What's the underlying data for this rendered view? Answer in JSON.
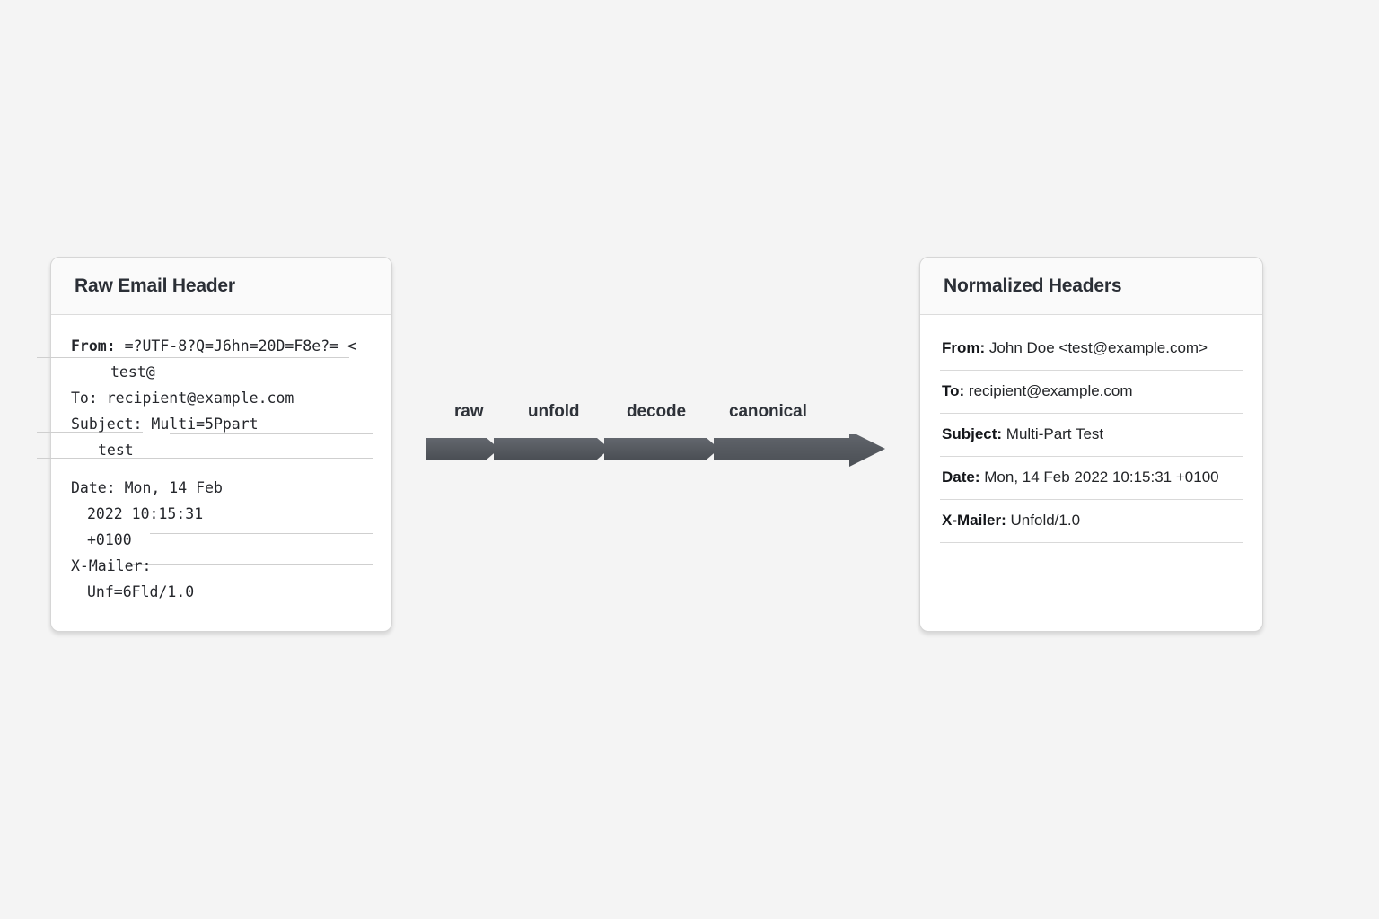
{
  "background_color": "#f4f4f4",
  "arrow_color": "#565a61",
  "cards": {
    "raw": {
      "title": "Raw Email Header",
      "lines": [
        {
          "key": "From:",
          "value": " =?UTF-8?Q=J6hn=20D=F8e?= <",
          "indent": 0,
          "bold_key": true
        },
        {
          "key": "",
          "value": "test@",
          "indent": 1,
          "bold_key": false
        },
        {
          "key": "",
          "value": "To: recipient@example.com",
          "indent": 0,
          "bold_key": false
        },
        {
          "key": "",
          "value": "Subject: Multi=5Ppart",
          "indent": 0,
          "bold_key": false
        },
        {
          "key": "",
          "value": "test",
          "indent": 3,
          "bold_key": false
        },
        {
          "key": "",
          "value": "Date: Mon, 14 Feb",
          "indent": 0,
          "bold_key": false
        },
        {
          "key": "",
          "value": "2022 10:15:31",
          "indent": 2,
          "bold_key": false
        },
        {
          "key": "",
          "value": "+0100",
          "indent": 2,
          "bold_key": false
        },
        {
          "key": "",
          "value": "X-Mailer:",
          "indent": 0,
          "bold_key": false
        },
        {
          "key": "",
          "value": "Unf=6Fld/1.0",
          "indent": 2,
          "bold_key": false
        }
      ]
    },
    "normalized": {
      "title": "Normalized Headers",
      "rows": [
        {
          "key": "From:",
          "value": "John Doe <test@example.com>"
        },
        {
          "key": "To:",
          "value": "recipient@example.com"
        },
        {
          "key": "Subject:",
          "value": "Multi-Part Test"
        },
        {
          "key": "Date:",
          "value": "Mon, 14 Feb 2022 10:15:31 +0100"
        },
        {
          "key": "X-Mailer:",
          "value": "Unfold/1.0"
        }
      ]
    }
  },
  "pipeline": {
    "stages": [
      {
        "label": "raw"
      },
      {
        "label": "unfold"
      },
      {
        "label": "decode"
      },
      {
        "label": "canonical"
      }
    ]
  }
}
